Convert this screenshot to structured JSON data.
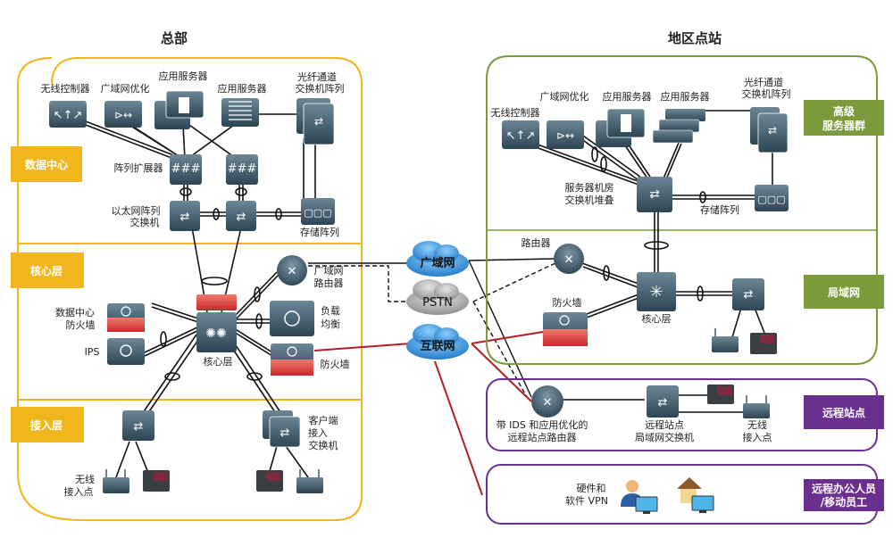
{
  "headquarters": {
    "title": "总部",
    "sections": {
      "datacenter": "数据中心",
      "core": "核心层",
      "access": "接入层"
    },
    "devices": {
      "wlc": "无线控制器",
      "wan_opt": "广域网优化",
      "app_server_1": "应用服务器",
      "app_server_2": "应用服务器",
      "fc_line1": "光纤通道",
      "fc_line2": "交换机阵列",
      "fabric_ext": "阵列扩展器",
      "eth_line1": "以太网阵列",
      "eth_line2": "交换机",
      "storage": "存储阵列",
      "wan_router_1": "广域网",
      "wan_router_2": "路由器",
      "dc_fw_1": "数据中心",
      "dc_fw_2": "防火墙",
      "ips": "IPS",
      "lb_1": "负载",
      "lb_2": "均衡",
      "core": "核心层",
      "fw": "防火墙",
      "ap_1": "无线",
      "ap_2": "接入点",
      "client_sw_1": "客户端",
      "client_sw_2": "接入",
      "client_sw_3": "交换机"
    }
  },
  "clouds": {
    "wan": "广域网",
    "pstn": "PSTN",
    "internet": "互联网"
  },
  "regional": {
    "title": "地区点站",
    "sections": {
      "server_farm_1": "高级",
      "server_farm_2": "服务器群",
      "lan": "局域网"
    },
    "devices": {
      "wlc": "无线控制器",
      "wan_opt": "广域网优化",
      "app_server_1": "应用服务器",
      "app_server_2": "应用服务器",
      "fc_line1": "光纤通道",
      "fc_line2": "交换机阵列",
      "stack_1": "服务器机房",
      "stack_2": "交换机堆叠",
      "storage": "存储阵列",
      "router": "路由器",
      "fw": "防火墙",
      "core": "核心层"
    }
  },
  "remote_site": {
    "tag": "远程站点",
    "router_1": "带 IDS 和应用优化的",
    "router_2": "远程站点路由器",
    "switch_1": "远程站点",
    "switch_2": "局域网交换机",
    "ap_1": "无线",
    "ap_2": "接入点"
  },
  "remote_worker": {
    "tag_1": "远程办公人员",
    "tag_2": "/移动员工",
    "vpn_1": "硬件和",
    "vpn_2": "软件 VPN"
  },
  "colors": {
    "hq": "#f0b61c",
    "regional": "#7a9a3c",
    "remote": "#6b2f8f",
    "device": "#3e5766",
    "firewall": "#d0393a",
    "cloud_blue": "#2a8ad6",
    "cloud_gray": "#9a9a9a",
    "internet_link": "#b31e23"
  }
}
